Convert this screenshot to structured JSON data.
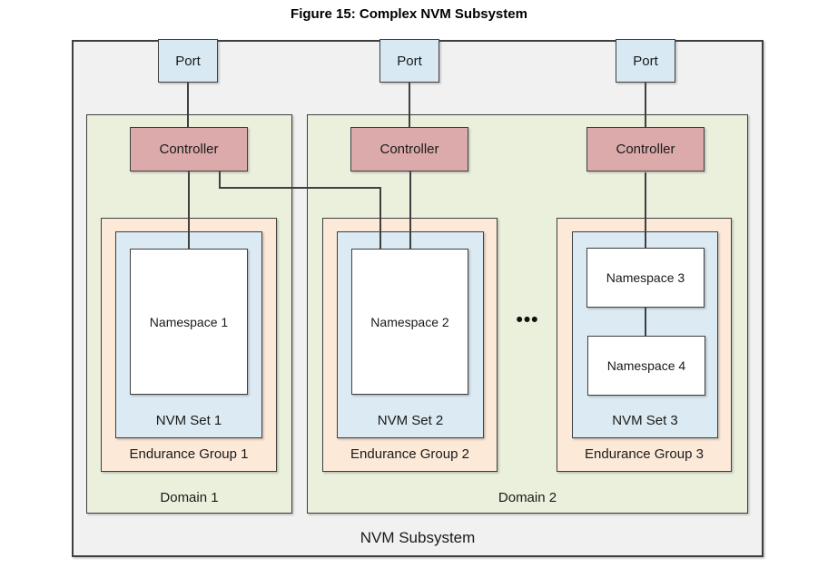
{
  "title": "Figure 15: Complex NVM Subsystem",
  "diagram": {
    "subsystem_label": "NVM Subsystem",
    "ellipsis": "•••",
    "ports": [
      {
        "label": "Port"
      },
      {
        "label": "Port"
      },
      {
        "label": "Port"
      }
    ],
    "controllers": [
      {
        "label": "Controller"
      },
      {
        "label": "Controller"
      },
      {
        "label": "Controller"
      }
    ],
    "domains": [
      {
        "label": "Domain 1"
      },
      {
        "label": "Domain 2"
      }
    ],
    "endurance_groups": [
      {
        "label": "Endurance Group 1"
      },
      {
        "label": "Endurance Group 2"
      },
      {
        "label": "Endurance Group 3"
      }
    ],
    "nvm_sets": [
      {
        "label": "NVM Set 1"
      },
      {
        "label": "NVM Set 2"
      },
      {
        "label": "NVM Set 3"
      }
    ],
    "namespaces": [
      {
        "label": "Namespace 1"
      },
      {
        "label": "Namespace 2"
      },
      {
        "label": "Namespace 3"
      },
      {
        "label": "Namespace 4"
      }
    ]
  },
  "colors": {
    "subsystem_fill": "#f1f1f1",
    "domain_fill": "#eaf0dc",
    "endurance_fill": "#fce9d8",
    "set_fill": "#dbeaf3",
    "port_fill": "#d8e9f3",
    "controller_fill": "#dcaaaa",
    "namespace_fill": "#ffffff",
    "border": "#3f3f3f",
    "connector": "#3f3f3f"
  }
}
